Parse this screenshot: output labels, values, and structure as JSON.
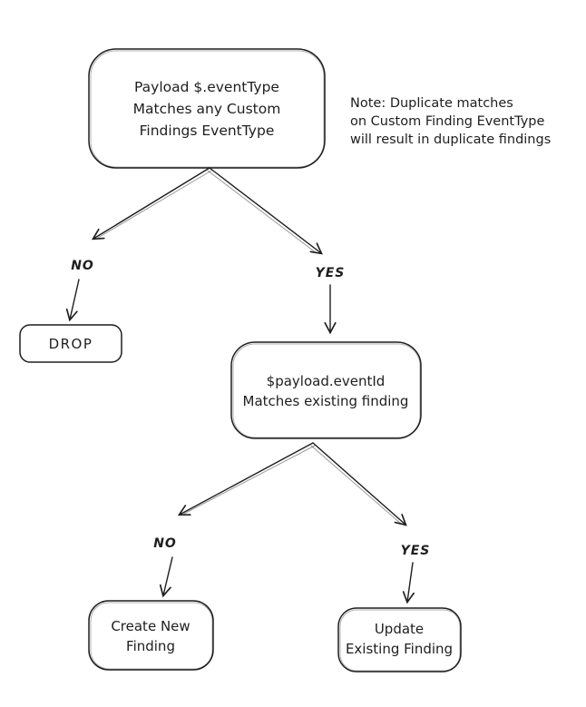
{
  "canvas": {
    "background": "#ffffff",
    "stroke_color": "#1e1e1e"
  },
  "nodes": {
    "root": {
      "line1": "Payload $.eventType",
      "line2": "Matches any Custom",
      "line3": "Findings EventType"
    },
    "note": {
      "line1": "Note: Duplicate matches",
      "line2": "on Custom Finding EventType",
      "line3": "will result in duplicate findings"
    },
    "drop": {
      "label": "DROP"
    },
    "eventid": {
      "line1": "$payload.eventId",
      "line2": "Matches existing finding"
    },
    "create": {
      "line1": "Create New",
      "line2": "Finding"
    },
    "update": {
      "line1": "Update",
      "line2": "Existing Finding"
    }
  },
  "edges": {
    "root_no_label": "NO",
    "root_yes_label": "YES",
    "eventid_no_label": "NO",
    "eventid_yes_label": "YES"
  }
}
